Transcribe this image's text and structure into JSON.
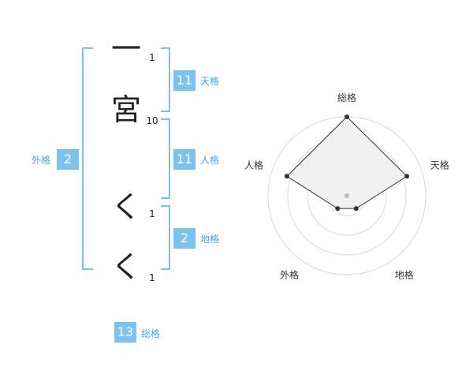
{
  "name": {
    "characters": [
      {
        "char": "一",
        "strokes": "1"
      },
      {
        "char": "宮",
        "strokes": "10"
      },
      {
        "char": "く",
        "strokes": "1"
      },
      {
        "char": "く",
        "strokes": "1"
      }
    ]
  },
  "kakusu": {
    "tenkaku": {
      "value": "11",
      "label": "天格"
    },
    "jinkaku": {
      "value": "11",
      "label": "人格"
    },
    "chikaku": {
      "value": "2",
      "label": "地格"
    },
    "gaikaku": {
      "value": "2",
      "label": "外格"
    },
    "soukaku": {
      "value": "13",
      "label": "総格"
    }
  },
  "colors": {
    "accent": "#7cc2ef",
    "label_text": "#4aa8e8",
    "radar_fill": "#efefef"
  },
  "chart_data": {
    "type": "radar",
    "axes": [
      "総格",
      "天格",
      "地格",
      "外格",
      "人格"
    ],
    "values": [
      5,
      4,
      1,
      1,
      4
    ],
    "rlim": [
      0,
      5
    ],
    "rings": 4
  }
}
